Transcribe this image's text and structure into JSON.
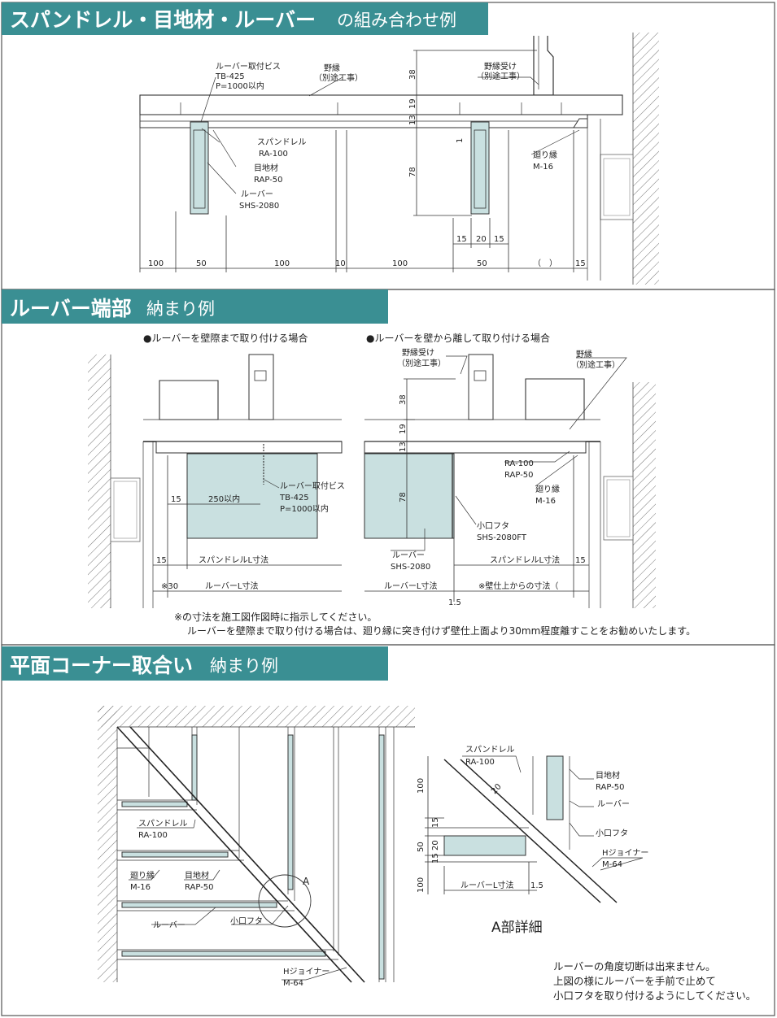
{
  "colors": {
    "header_bg": "#3a8f93",
    "louver_fill": "#c9e0e0",
    "frame": "#555555"
  },
  "section1": {
    "title_bold": "スパンドレル・目地材・ルーバー",
    "title_rest": "の組み合わせ例",
    "labels": {
      "louver_screw": "ルーバー取付ビス",
      "louver_screw_code": "TB-425",
      "louver_screw_pitch": "P=1000以内",
      "noburi": "野縁",
      "noburi_note": "（別途工事）",
      "noburi_uke": "野縁受け",
      "noburi_uke_note": "（別途工事）",
      "spandrel": "スパンドレル",
      "spandrel_code": "RA-100",
      "joint": "目地材",
      "joint_code": "RAP-50",
      "louver": "ルーバー",
      "louver_code": "SHS-2080",
      "edge": "廻り縁",
      "edge_code": "M-16"
    },
    "vertical_dims": [
      "38",
      "19",
      "13",
      "78",
      "1"
    ],
    "mid_dims": [
      "15",
      "20",
      "15"
    ],
    "bottom_dims": [
      "100",
      "50",
      "100",
      "10",
      "100",
      "50",
      "（　）",
      "15"
    ]
  },
  "section2": {
    "title_bold": "ルーバー端部",
    "title_rest": "納まり例",
    "case_left": "●ルーバーを壁際まで取り付ける場合",
    "case_right": "●ルーバーを壁から離して取り付ける場合",
    "labels": {
      "noburi_uke": "野縁受け",
      "noburi_uke_note": "（別途工事）",
      "noburi": "野縁",
      "noburi_note": "（別途工事）",
      "screw": "ルーバー取付ビス",
      "screw_code": "TB-425",
      "screw_pitch": "P=1000以内",
      "range": "250以内",
      "ra": "RA-100",
      "rap": "RAP-50",
      "edge": "廻り縁",
      "edge_code": "M-16",
      "cap": "小口フタ",
      "cap_code": "SHS-2080FT",
      "louver": "ルーバー",
      "louver_code": "SHS-2080",
      "span_l_left": "スパンドレルL寸法",
      "span_l_right": "スパンドレルL寸法",
      "louver_l_left": "ルーバーL寸法",
      "louver_l_right": "ルーバーL寸法",
      "wall_note": "※壁仕上からの寸法（",
      "d15a": "15",
      "d15b": "15",
      "d15c": "15",
      "d30": "※30",
      "d15": "1.5",
      "v38": "38",
      "v19": "19",
      "v13": "13",
      "v78": "78"
    },
    "note1": "※の寸法を施工図作図時に指示してください。",
    "note2": "ルーバーを壁際まで取り付ける場合は、廻り縁に突き付けず壁仕上面より30mm程度離すことをお勧めいたします。"
  },
  "section3": {
    "title_bold": "平面コーナー取合い",
    "title_rest": "納まり例",
    "labels": {
      "spandrel": "スパンドレル",
      "spandrel_code": "RA-100",
      "edge": "廻り縁",
      "edge_code": "M-16",
      "joint": "目地材",
      "joint_code": "RAP-50",
      "louver": "ルーバー",
      "cap": "小口フタ",
      "hjoiner": "Hジョイナー",
      "hjoiner_code": "M-64",
      "marker": "A"
    },
    "detail": {
      "spandrel": "スパンドレル",
      "spandrel_code": "RA-100",
      "d20": "20",
      "joint": "目地材",
      "joint_code": "RAP-50",
      "louver": "ルーバー",
      "cap": "小口フタ",
      "hjoiner": "Hジョイナー",
      "hjoiner_code": "M-64",
      "v100a": "100",
      "v15a": "15",
      "v50": "50",
      "v20": "20",
      "v15b": "15",
      "v100b": "100",
      "louver_l": "ルーバーL寸法",
      "d15": "1.5",
      "title": "A部詳細"
    },
    "note_lines": [
      "ルーバーの角度切断は出来ません。",
      "上図の様にルーバーを手前で止めて",
      "小口フタを取り付けるようにしてください。"
    ]
  }
}
